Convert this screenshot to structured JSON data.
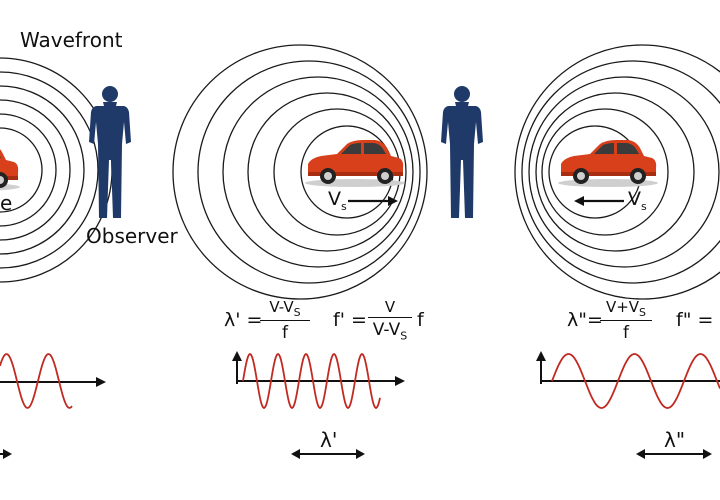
{
  "labels": {
    "wavefront": "Wavefront",
    "observer": "Observer",
    "source_partial": "e",
    "vs_base": "V",
    "vs_sub": "s"
  },
  "panel_moving_toward": {
    "lambda_lhs": "λ' =",
    "lambda_num": "V-V",
    "lambda_num_sub": "S",
    "lambda_den": "f",
    "freq_lhs": "f' =",
    "freq_num": "V",
    "freq_den": "V-V",
    "freq_den_sub": "S",
    "freq_tail": "f",
    "wavelength_label": "λ'"
  },
  "panel_moving_away": {
    "lambda_lhs": "λ\"=",
    "lambda_num": "V+V",
    "lambda_num_sub": "S",
    "lambda_den": "f",
    "freq_lhs": "f\" = -",
    "wavelength_label": "λ\""
  },
  "colors": {
    "circle": "#1a1a1a",
    "car": "#d8401c",
    "person": "#1f3a68",
    "wave": "#c02a22",
    "axis": "#111111"
  }
}
